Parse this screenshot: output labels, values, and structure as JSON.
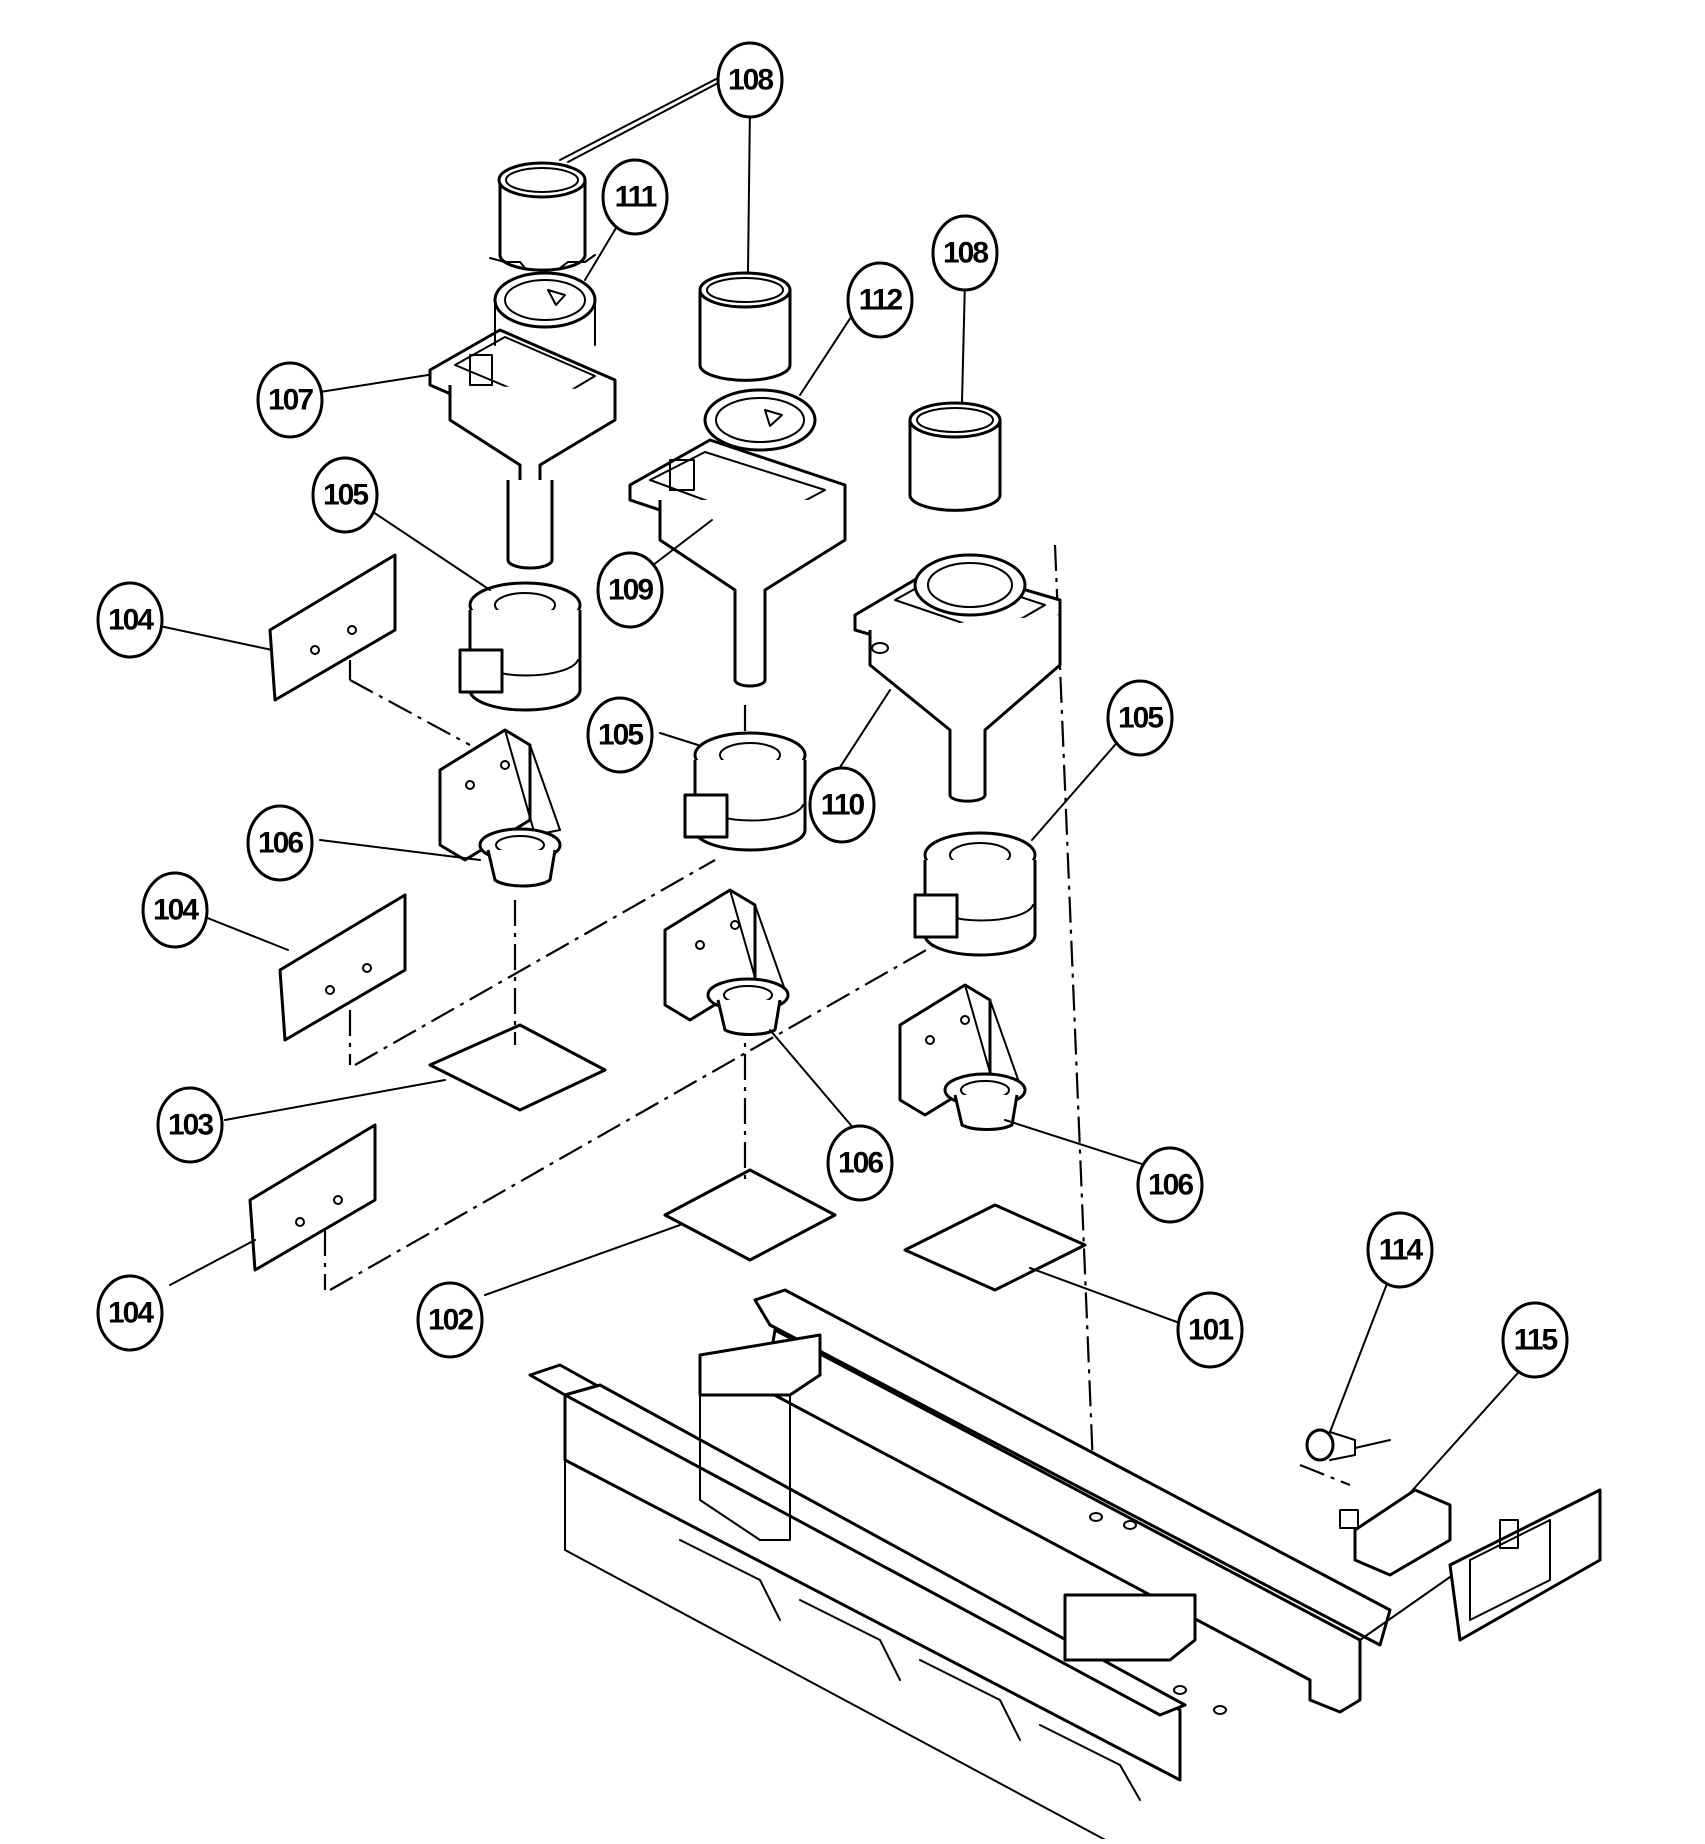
{
  "callouts": [
    {
      "id": "c108a",
      "label": "108"
    },
    {
      "id": "c111",
      "label": "111"
    },
    {
      "id": "c108b",
      "label": "108"
    },
    {
      "id": "c112",
      "label": "112"
    },
    {
      "id": "c108c",
      "label": "108"
    },
    {
      "id": "c107",
      "label": "107"
    },
    {
      "id": "c105a",
      "label": "105"
    },
    {
      "id": "c109",
      "label": "109"
    },
    {
      "id": "c104a",
      "label": "104"
    },
    {
      "id": "c105b",
      "label": "105"
    },
    {
      "id": "c105c",
      "label": "105"
    },
    {
      "id": "c110",
      "label": "110"
    },
    {
      "id": "c106a",
      "label": "106"
    },
    {
      "id": "c104b",
      "label": "104"
    },
    {
      "id": "c103",
      "label": "103"
    },
    {
      "id": "c106b",
      "label": "106"
    },
    {
      "id": "c106c",
      "label": "106"
    },
    {
      "id": "c104c",
      "label": "104"
    },
    {
      "id": "c102",
      "label": "102"
    },
    {
      "id": "c101",
      "label": "101"
    },
    {
      "id": "c114",
      "label": "114"
    },
    {
      "id": "c115",
      "label": "115"
    }
  ]
}
